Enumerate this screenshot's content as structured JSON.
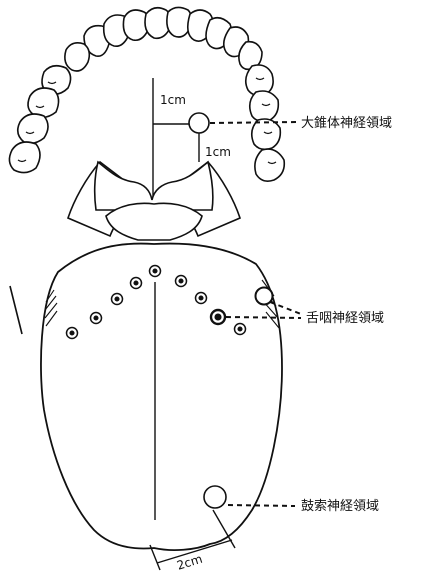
{
  "labels": {
    "greater_palatine": "大錐体神経領域",
    "glossopharyngeal": "舌咽神経領域",
    "chorda_tympani": "鼓索神経領域"
  },
  "dimensions": {
    "horizontal_offset": "1cm",
    "vertical_offset": "1cm",
    "tip_distance": "2cm"
  },
  "colors": {
    "line": "#111111",
    "background": "#ffffff"
  }
}
